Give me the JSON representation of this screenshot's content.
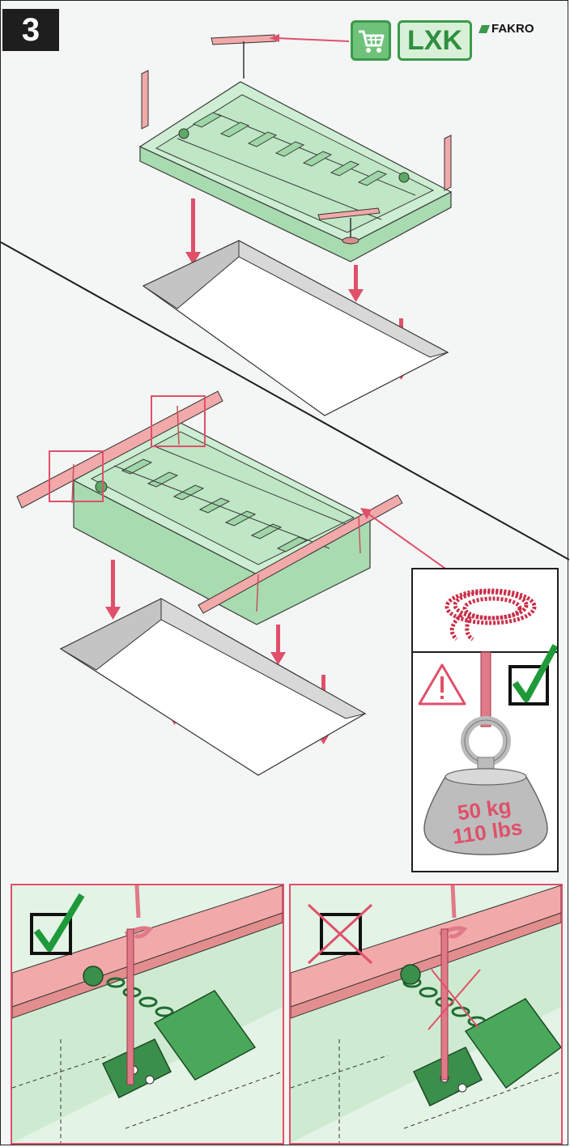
{
  "step": {
    "number": "3"
  },
  "header": {
    "cart_icon": "shopping-cart-icon",
    "model": "LXK",
    "brand": "FAKRO",
    "colors": {
      "badge_green": "#3b9a4a",
      "badge_fill": "#6fc27a",
      "accent_red": "#e0506a"
    }
  },
  "weight": {
    "line1": "50 kg",
    "line2": "110 lbs"
  },
  "icons": {
    "warning": "warning-triangle-icon",
    "check": "checkmark-box-icon",
    "cross": "crossed-box-icon",
    "rope": "rope-coil-icon",
    "weight": "weight-hanging-icon"
  }
}
